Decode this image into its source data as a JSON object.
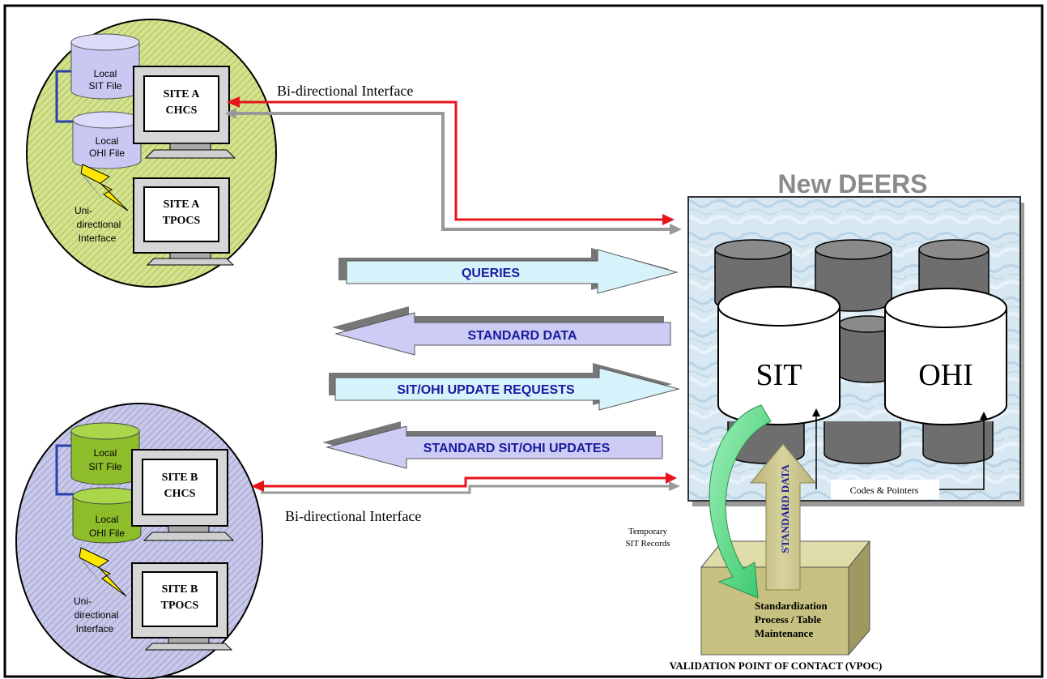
{
  "site_a": {
    "chcs_label_1": "SITE A",
    "chcs_label_2": "CHCS",
    "tpocs_label_1": "SITE A",
    "tpocs_label_2": "TPOCS",
    "sit_file_1": "Local",
    "sit_file_2": "SIT File",
    "ohi_file_1": "Local",
    "ohi_file_2": "OHI File",
    "uni_1": "Uni-",
    "uni_2": "directional",
    "uni_3": "Interface"
  },
  "site_b": {
    "chcs_label_1": "SITE B",
    "chcs_label_2": "CHCS",
    "tpocs_label_1": "SITE B",
    "tpocs_label_2": "TPOCS",
    "sit_file_1": "Local",
    "sit_file_2": "SIT File",
    "ohi_file_1": "Local",
    "ohi_file_2": "OHI File",
    "uni_1": "Uni-",
    "uni_2": "directional",
    "uni_3": "Interface"
  },
  "bidirectional_top": "Bi-directional Interface",
  "bidirectional_bottom": "Bi-directional Interface",
  "arrows": {
    "queries": "QUERIES",
    "standard_data": "STANDARD DATA",
    "update_requests": "SIT/OHI UPDATE REQUESTS",
    "standard_updates": "STANDARD SIT/OHI UPDATES"
  },
  "deers": {
    "title": "New DEERS",
    "sit": "SIT",
    "ohi": "OHI",
    "codes_pointers": "Codes & Pointers",
    "standard_data_vertical": "STANDARD DATA"
  },
  "temporary_1": "Temporary",
  "temporary_2": "SIT Records",
  "vpoc": {
    "box_1": "Standardization",
    "box_2": "Process / Table",
    "box_3": "Maintenance",
    "caption": "VALIDATION POINT OF CONTACT (VPOC)"
  },
  "colors": {
    "site_a_fill": "#c9dc7c",
    "site_b_fill": "#bfc0e4",
    "arrow_light_blue": "#d6f2fb",
    "arrow_lavender": "#ccccf5",
    "arrow_text": "#1a1a9e",
    "bidirectional_red": "#e8141c",
    "deers_title": "#8a8a8a",
    "vpoc_box": "#c6c180"
  }
}
